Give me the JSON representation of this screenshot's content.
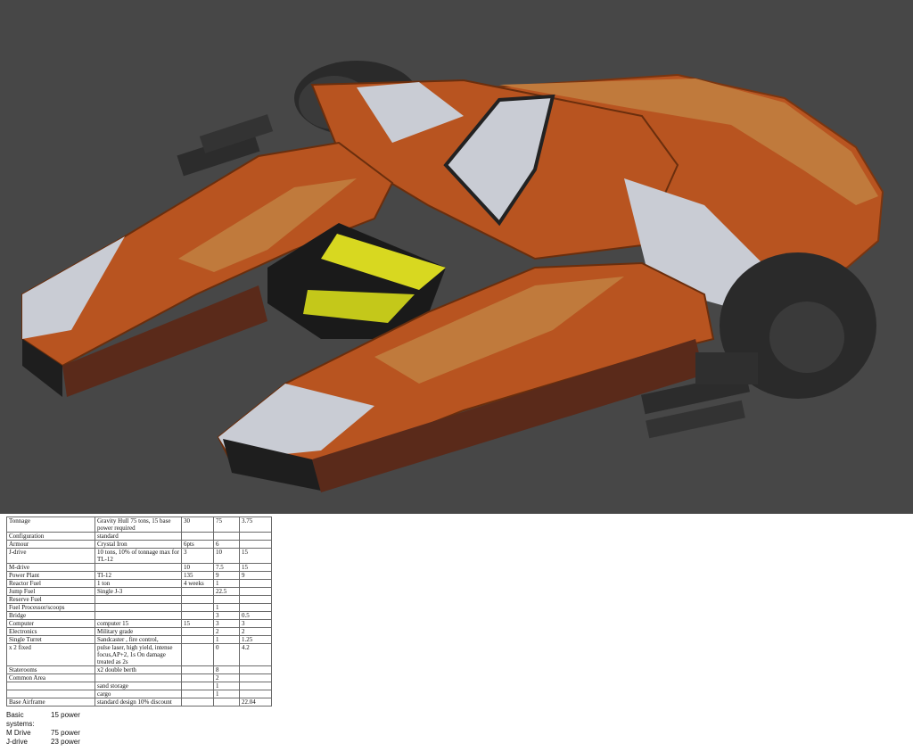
{
  "specs": {
    "rows": [
      [
        "Tonnage",
        "Gravity Hull 75 tons, 15 base power required",
        "30",
        "75",
        "3.75"
      ],
      [
        "Configuration",
        "standard",
        "",
        "",
        ""
      ],
      [
        "Armour",
        "Crystal Iron",
        "6pts",
        "6",
        ""
      ],
      [
        "J-drive",
        "10 tons, 10% of tonnage max for TL-12",
        "3",
        "10",
        "15"
      ],
      [
        "M-drive",
        "",
        "10",
        "7.5",
        "15"
      ],
      [
        "Power  Plant",
        "TI-12",
        "135",
        "9",
        "9"
      ],
      [
        "Reactor Fuel",
        "1 ton",
        "4 weeks",
        "1",
        ""
      ],
      [
        "Jump Fuel",
        "Single J-3",
        "",
        "22.5",
        ""
      ],
      [
        "Reserve Fuel",
        "",
        "",
        "",
        ""
      ],
      [
        "Fuel Processor/scoops",
        "",
        "",
        "1",
        ""
      ],
      [
        "Bridge",
        "",
        "",
        "3",
        "0.5"
      ],
      [
        "Computer",
        "computer 15",
        "15",
        "3",
        "3"
      ],
      [
        "Electronics",
        "Military grade",
        "",
        "2",
        "2"
      ],
      [
        "Single Turret",
        "Sandcaster , fire control,",
        "",
        "1",
        "1.25"
      ],
      [
        "x 2 fixed",
        "pulse laser, high yield, intense focus,AP+2, 1s On damage treated as 2s",
        "",
        "0",
        "4.2"
      ],
      [
        "Staterooms",
        "x2 double berth",
        "",
        "8",
        ""
      ],
      [
        "Common Area",
        "",
        "",
        "2",
        ""
      ],
      [
        "",
        "sand storage",
        "",
        "1",
        ""
      ],
      [
        "",
        "cargo",
        "",
        "1",
        ""
      ],
      [
        "Base Airframe",
        "standard design 10% discount",
        "",
        "",
        "22.04"
      ]
    ]
  },
  "systems": [
    {
      "name": "Basic systems:",
      "value": "15 power"
    },
    {
      "name": "M Drive",
      "value": "75 power"
    },
    {
      "name": "J-drive",
      "value": "23 power"
    }
  ],
  "colors": {
    "background": "#474747",
    "hull_orange": "#b85420",
    "hull_tan": "#c07a3c",
    "hull_white": "#c9ccd4",
    "engine_dark": "#2a2a2a",
    "canopy": "#d8d820"
  }
}
